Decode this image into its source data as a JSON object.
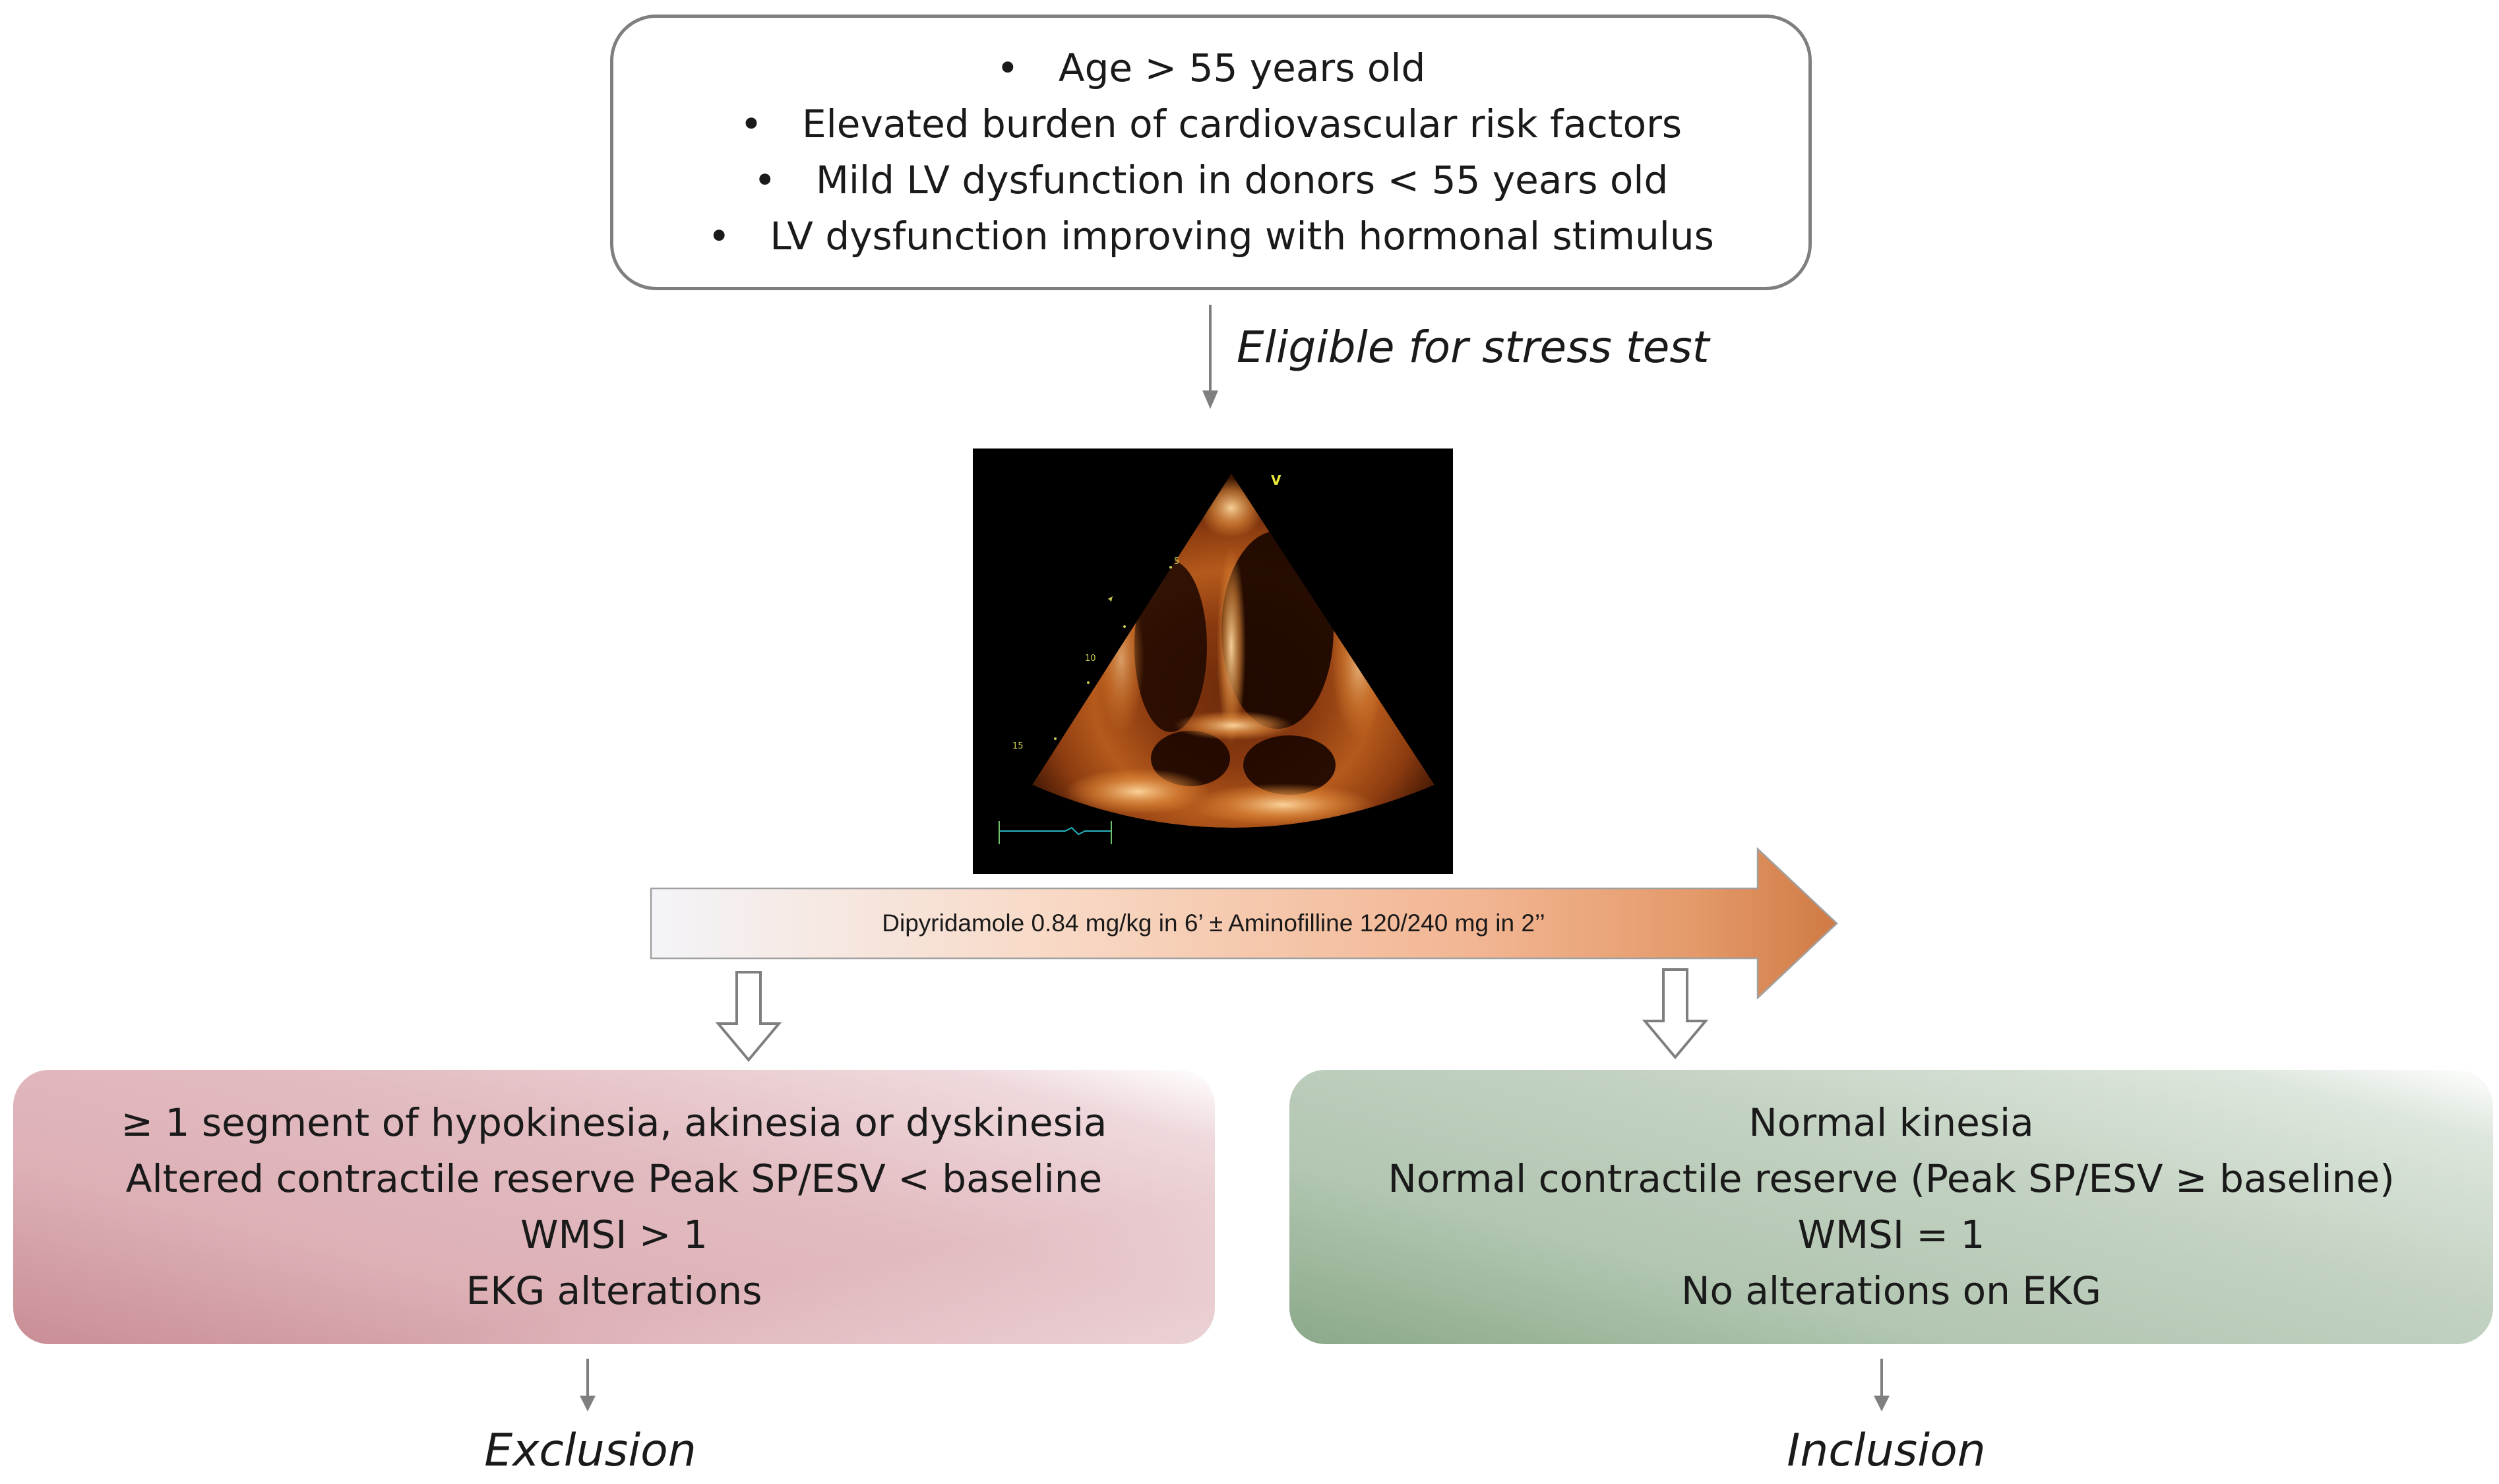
{
  "criteria": {
    "bullet": "•",
    "items": [
      "Age > 55 years old",
      "Elevated burden of cardiovascular risk factors",
      "Mild LV dysfunction in donors < 55 years old",
      "LV dysfunction improving with hormonal stimulus"
    ]
  },
  "eligible_label": "Eligible for stress test",
  "echo_image": {
    "scale_marks": [
      "5",
      "10",
      "15"
    ],
    "probe_marker": "V"
  },
  "protocol": {
    "label": "Dipyridamole 0.84 mg/kg in 6’ ± Aminofilline 120/240 mg in 2’’"
  },
  "exclusion": {
    "lines": [
      "≥ 1 segment of hypokinesia, akinesia or dyskinesia",
      "Altered contractile reserve Peak SP/ESV < baseline",
      "WMSI > 1",
      "EKG alterations"
    ],
    "outcome": "Exclusion"
  },
  "inclusion": {
    "lines": [
      "Normal kinesia",
      "Normal contractile reserve (Peak SP/ESV ≥ baseline)",
      "WMSI = 1",
      "No alterations on EKG"
    ],
    "outcome": "Inclusion"
  }
}
